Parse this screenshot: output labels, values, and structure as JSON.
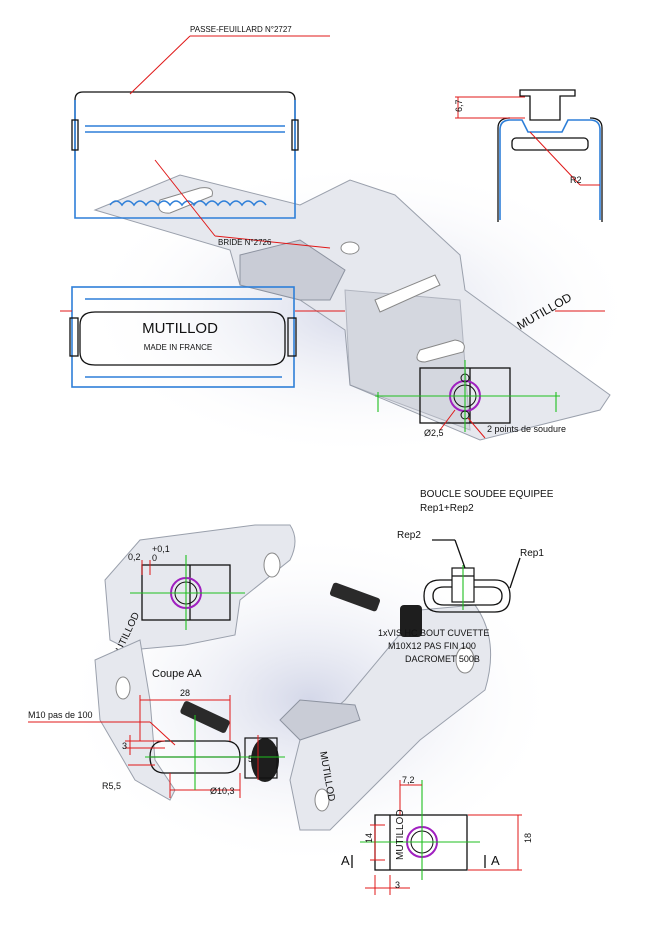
{
  "texts": {
    "passe_feuillard": "PASSE-FEUILLARD N°2727",
    "bride": "BRIDE N°2726",
    "dim_6_7": "6,7",
    "r2": "R2",
    "brand_plate": "MUTILLOD",
    "made_in": "MADE IN FRANCE",
    "brand_bracket": "MUTILLOD",
    "dia_2_5": "Ø2,5",
    "points_soudure": "2 points de soudure",
    "boucle_line1": "BOUCLE SOUDEE EQUIPEE",
    "boucle_line2": "Rep1+Rep2",
    "rep2": "Rep2",
    "rep1": "Rep1",
    "dim_0_2": "0,2",
    "tol_plus": "+0,1",
    "tol_zero": "0",
    "screw_line1": "1xVIS HC BOUT CUVETTE",
    "screw_line2": "M10X12 PAS FIN 100",
    "screw_line3": "DACROMET 500B",
    "coupe_aa": "Coupe AA",
    "dim_28": "28",
    "m10": "M10 pas de 100",
    "dim_3_top": "3",
    "dim_5": "5",
    "r5_5": "R5,5",
    "dia_10_3": "Ø10,3",
    "dim_7_2": "7,2",
    "dim_14": "14",
    "dim_18": "18",
    "dim_3_bottom": "3",
    "section_a_left": "A",
    "section_a_right": "A",
    "brand_part": "MUTILLOD"
  },
  "colors": {
    "blue_outline": "#2e7fd8",
    "red_leader": "#e01818",
    "green_axis": "#1fbf1f",
    "purple_weld": "#a020c0",
    "metal": "#e6e8ee"
  }
}
